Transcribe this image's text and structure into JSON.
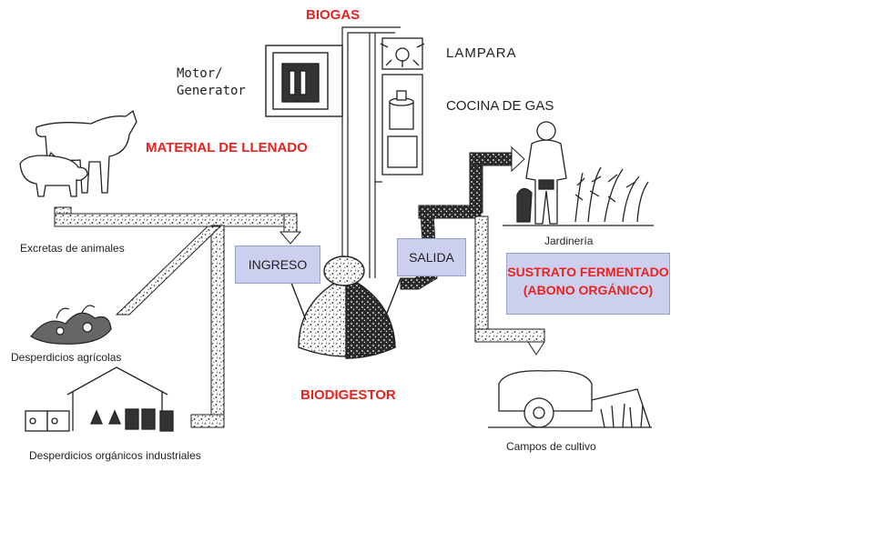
{
  "labels": {
    "biogas": "BIOGAS",
    "lampara": "LAMPARA",
    "cocina_gas": "COCINA DE GAS",
    "motor_line1": "Motor/",
    "motor_line2": "Generator",
    "material_llenado": "MATERIAL DE LLENADO",
    "excretas": "Excretas de animales",
    "desperdicios_agricolas": "Desperdicios agrícolas",
    "desperdicios_industriales": "Desperdicios orgánicos industriales",
    "ingreso": "INGRESO",
    "salida": "SALIDA",
    "biodigestor": "BIODIGESTOR",
    "jardineria": "Jardinería",
    "sustrato_line1": "SUSTRATO FERMENTADO",
    "sustrato_line2": "(ABONO ORGÁNICO)",
    "campos": "Campos de cultivo"
  },
  "colors": {
    "title_red": "#e8231f",
    "box_fill": "#ccd0ee",
    "pipe_speckle": "#444444",
    "ink": "#222222"
  },
  "icons": [
    "cattle-pig-icon",
    "vegetables-icon",
    "industrial-shed-icon",
    "biodigester-dome-icon",
    "generator-icon",
    "lamp-icon",
    "gas-stove-icon",
    "gardener-icon",
    "cultivation-field-icon"
  ]
}
